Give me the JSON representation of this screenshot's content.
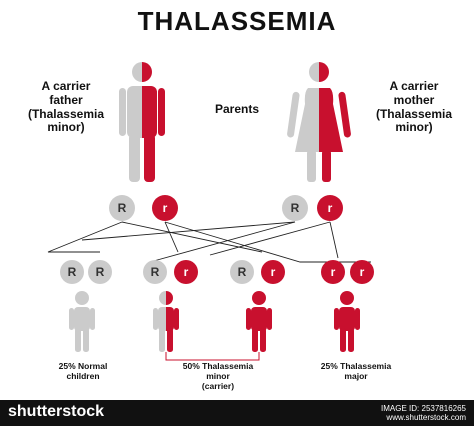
{
  "title": "THALASSEMIA",
  "father_label": [
    "A carrier",
    "father",
    "(Thalassemia",
    "minor)"
  ],
  "mother_label": [
    "A carrier",
    "mother",
    "(Thalassemia",
    "minor)"
  ],
  "parents_label": "Parents",
  "alleles": {
    "dominant": "R",
    "recessive": "r"
  },
  "outcomes": {
    "normal": [
      "25% Normal",
      "children"
    ],
    "carrier": [
      "50% Thalassemia",
      "minor",
      "(carrier)"
    ],
    "major": [
      "25% Thalassemia",
      "major"
    ]
  },
  "colors": {
    "healthy": "#cbcbcb",
    "affected": "#c8102e",
    "text": "#111111",
    "allele_text_light": "#333333",
    "allele_text_dark": "#ffffff",
    "footer": "#111111"
  },
  "footer": {
    "brand": "shutterstock",
    "image_id": "IMAGE ID: 2537816265",
    "site": "www.shutterstock.com"
  }
}
